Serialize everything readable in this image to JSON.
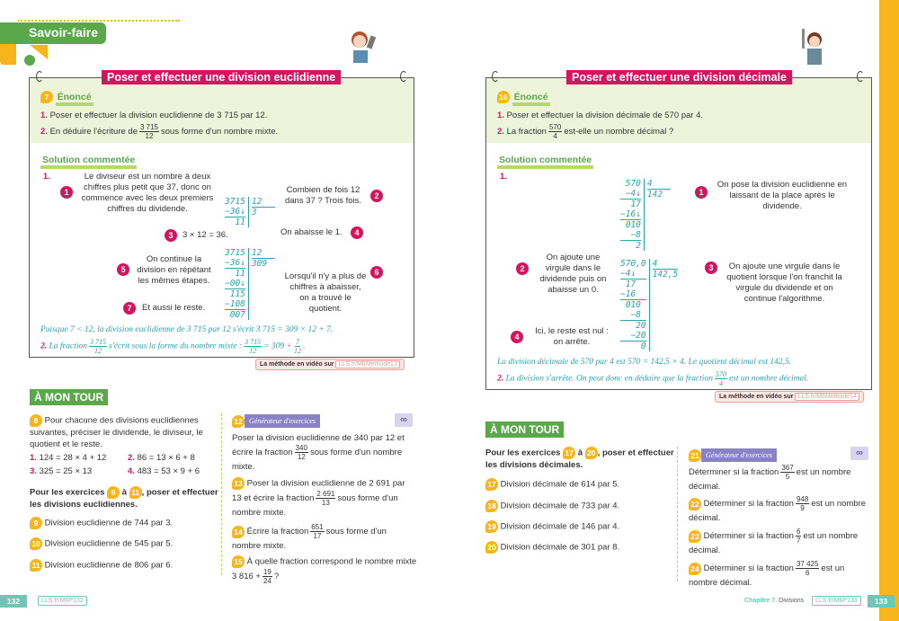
{
  "header": {
    "section": "Savoir-faire"
  },
  "left": {
    "title": "Poser et effectuer une division euclidienne",
    "enonce": {
      "num": "7",
      "label": "Énoncé",
      "q1_num": "1.",
      "q1": "Poser et effectuer la division euclidienne de 3 715 par 12.",
      "q2_num": "2.",
      "q2_a": "En déduire l'écriture de",
      "q2_frac_n": "3 715",
      "q2_frac_d": "12",
      "q2_b": "sous forme d'un nombre mixte."
    },
    "solution": {
      "label": "Solution commentée",
      "part1": "1.",
      "c1": "Le diviseur est un nombre à deux chiffres plus petit que 37, donc on commence avec les deux premiers chiffres du dividende.",
      "c2": "Combien de fois 12 dans 37 ? Trois fois.",
      "c3": "3 × 12 = 36.",
      "c4": "On abaisse le 1.",
      "c5": "On continue la division en répétant les mêmes étapes.",
      "c6": "Lorsqu'il n'y a plus de chiffres à abaisser, on a trouvé le quotient.",
      "c7": "Et aussi le reste.",
      "nums": [
        "1",
        "2",
        "3",
        "4",
        "5",
        "6",
        "7"
      ],
      "div1": {
        "rows": [
          "3715",
          "−36↓",
          "11"
        ],
        "quot": [
          "12",
          "3"
        ]
      },
      "div2": {
        "rows": [
          "3715",
          "−36↓",
          "11",
          "−00↓",
          "115",
          "−108",
          "007"
        ],
        "quot": [
          "12",
          "309"
        ]
      },
      "concl": "Puisque 7 < 12, la division euclidienne de 3 715 par 12 s'écrit 3 715 = 309 × 12 + 7.",
      "p2_num": "2.",
      "p2_a": "La fraction",
      "p2_fn": "3 715",
      "p2_fd": "12",
      "p2_b": "s'écrit sous la forme du nombre mixte :",
      "p2_fn2": "3 715",
      "p2_fd2": "12",
      "p2_c": "= 309 +",
      "p2_fn3": "7",
      "p2_fd3": "12",
      "p2_d": "."
    },
    "video": {
      "label": "La méthode en vidéo sur",
      "link": "LLS.fr/M6Methode13"
    },
    "amt": "À MON TOUR",
    "ex8": {
      "num": "8",
      "text": "Pour chacune des divisions euclidiennes suivantes, préciser le dividende, le diviseur, le quotient et le reste.",
      "items": [
        {
          "n": "1.",
          "t": "124 = 28 × 4 + 12"
        },
        {
          "n": "2.",
          "t": "86 = 13 × 6 + 8"
        },
        {
          "n": "3.",
          "t": "325 = 25 × 13"
        },
        {
          "n": "4.",
          "t": "483 = 53 × 9 + 6"
        }
      ]
    },
    "instr": {
      "a": "Pour les exercices",
      "n1": "9",
      "b": "à",
      "n2": "11",
      "c": ", poser et effectuer les divisions euclidiennes."
    },
    "exs": [
      {
        "num": "9",
        "text": "Division euclidienne de 744 par 3."
      },
      {
        "num": "10",
        "text": "Division euclidienne de 545 par 5."
      },
      {
        "num": "11",
        "text": "Division euclidienne de 806 par 6."
      }
    ],
    "ex12": {
      "num": "12",
      "gen": "Générateur d'exercices",
      "a": "Poser la division euclidienne de 340 par 12 et écrire la fraction",
      "fn": "340",
      "fd": "12",
      "b": "sous forme d'un nombre mixte."
    },
    "ex13": {
      "num": "13",
      "a": "Poser la division euclidienne de 2 691 par 13 et écrire la fraction",
      "fn": "2 691",
      "fd": "13",
      "b": "sous forme d'un nombre mixte."
    },
    "ex14": {
      "num": "14",
      "a": "Écrire la fraction",
      "fn": "651",
      "fd": "17",
      "b": "sous forme d'un nombre mixte."
    },
    "ex15": {
      "num": "15",
      "a": "À quelle fraction correspond le nombre mixte 3 816 +",
      "fn": "19",
      "fd": "24",
      "b": "?"
    },
    "footer": {
      "page": "132",
      "link": "LLS.fr/M6P132"
    }
  },
  "right": {
    "title": "Poser et effectuer une division décimale",
    "enonce": {
      "num": "16",
      "label": "Énoncé",
      "q1_num": "1.",
      "q1": "Poser et effectuer la division décimale de 570 par 4.",
      "q2_num": "2.",
      "q2_a": "La fraction",
      "q2_frac_n": "570",
      "q2_frac_d": "4",
      "q2_b": "est-elle un nombre décimal ?"
    },
    "solution": {
      "label": "Solution commentée",
      "part1": "1.",
      "c1": "On pose la division euclidienne en laissant de la place après le dividende.",
      "c2": "On ajoute une virgule dans le dividende puis on abaisse un 0.",
      "c3": "On ajoute une virgule dans le quotient lorsque l'on franchit la virgule du dividende et on continue l'algorithme.",
      "c4": "Ici, le reste est nul : on arrête.",
      "nums": [
        "1",
        "2",
        "3",
        "4"
      ],
      "div1": {
        "rows": [
          "570",
          "−4↓",
          "17",
          "−16↓",
          "010",
          "−8",
          "2"
        ],
        "quot": [
          "4",
          "142"
        ]
      },
      "div2": {
        "rows": [
          "570,0",
          "−4↓  ",
          "17  ",
          "−16  ",
          "010 ",
          "−8 ",
          "20",
          "−20",
          "0"
        ],
        "quot": [
          "4",
          "142,5"
        ]
      },
      "concl": "La division décimale de 570 par 4 est 570 = 142,5 × 4. Le quotient décimal est 142,5.",
      "p2_num": "2.",
      "p2_a": "La division s'arrête. On peut donc en déduire que la fraction",
      "p2_fn": "570",
      "p2_fd": "4",
      "p2_b": "est un nombre décimal."
    },
    "video": {
      "label": "La méthode en vidéo sur",
      "link": "LLS.fr/M6Methode14"
    },
    "amt": "À MON TOUR",
    "instr": {
      "a": "Pour les exercices",
      "n1": "17",
      "b": "à",
      "n2": "20",
      "c": ", poser et effectuer les divisions décimales."
    },
    "exs": [
      {
        "num": "17",
        "text": "Division décimale de 614 par 5."
      },
      {
        "num": "18",
        "text": "Division décimale de 733 par 4."
      },
      {
        "num": "19",
        "text": "Division décimale de 146 par 4."
      },
      {
        "num": "20",
        "text": "Division décimale de 301 par 8."
      }
    ],
    "ex21": {
      "num": "21",
      "gen": "Générateur d'exercices",
      "a": "Déterminer si la fraction",
      "fn": "367",
      "fd": "5",
      "b": "est un nombre décimal."
    },
    "ex22": {
      "num": "22",
      "a": "Déterminer si la fraction",
      "fn": "948",
      "fd": "9",
      "b": "est un nombre décimal."
    },
    "ex23": {
      "num": "23",
      "a": "Déterminer si la fraction",
      "fn": "6",
      "fd": "7",
      "b": "est un nombre décimal."
    },
    "ex24": {
      "num": "24",
      "a": "Déterminer si la fraction",
      "fn": "37 425",
      "fd": "6",
      "b": "est un nombre décimal."
    },
    "footer": {
      "chapter": "Chapitre 7.",
      "chapter_name": "Divisions",
      "link": "LLS.fr/M6P133",
      "page": "133"
    }
  },
  "icons": {
    "generator": "infinity-screen-icon"
  },
  "colors": {
    "green": "#5aa84a",
    "pink": "#d6135d",
    "teal": "#2aa3ad",
    "yellow": "#f7b51c",
    "purple": "#8a82c4"
  }
}
